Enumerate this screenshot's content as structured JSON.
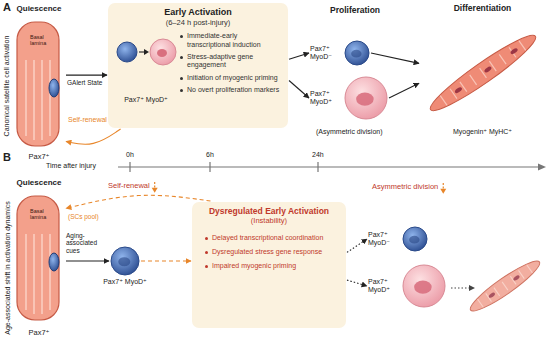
{
  "diagram": {
    "nodes": [
      {
        "text": [
          "Quiescence",
          "Pax7⁺"
        ]
      },
      {
        "text": [
          "Early Activation",
          "(6–24 h post-injury)",
          "Pax7⁺ MyoD⁺",
          "Immediate-early transcriptional induction",
          "Stress-adaptive gene engagement",
          "Initiation of myogenic priming",
          "No overt proliferation markers"
        ]
      },
      {
        "text": [
          "Pax7⁺ MyoD⁻"
        ]
      },
      {
        "text": [
          "Pax7⁺ MyoD⁺"
        ]
      },
      {
        "text": [
          "Differentiation",
          "Myogenin⁺ MyHC⁺"
        ]
      },
      {
        "text": [
          "Quiescence",
          "Pax7⁺"
        ]
      },
      {
        "text": [
          "Pax7⁺ MyoD⁺"
        ]
      },
      {
        "text": [
          "Dysregulated Early Activation",
          "(Instability)",
          "Delayed transcriptional coordination",
          "Dysregulated stress gene response",
          "Impaired myogenic priming"
        ]
      },
      {
        "text": [
          "Pax7⁺ MyoD⁻"
        ]
      },
      {
        "text": [
          "Pax7⁺ MyoD⁺"
        ]
      }
    ],
    "edges": [
      {
        "from": 0,
        "to": 1,
        "label": "GAlert State",
        "arrow": "to"
      },
      {
        "from": 1,
        "to": 0,
        "label": "Self-renewal",
        "arrow": "to"
      },
      {
        "from": 1,
        "to": 2,
        "arrow": "to"
      },
      {
        "from": 1,
        "to": 3,
        "arrow": "to"
      },
      {
        "from": 2,
        "to": 4,
        "arrow": "to"
      },
      {
        "from": 3,
        "to": 4,
        "arrow": "to"
      },
      {
        "from": 5,
        "to": 6,
        "label": "Aging-associated cues",
        "arrow": "to"
      },
      {
        "from": 6,
        "to": 7,
        "arrow": "to"
      },
      {
        "from": 7,
        "to": 5,
        "label": "Self-renewal",
        "arrow": "to"
      },
      {
        "from": 7,
        "to": 8,
        "arrow": "to"
      },
      {
        "from": 7,
        "to": 9,
        "arrow": "to"
      }
    ],
    "labels": [
      "A",
      "Canonical satellite cell activation",
      "Basal lamina",
      "Proliferation",
      "(Asymmetric division)",
      "B",
      "Time after injury",
      "0h",
      "6h",
      "24h",
      "Age-associated shift in activation dynamics",
      "Basal lamina",
      "(SCs pool)",
      "Asymmetric division"
    ]
  }
}
